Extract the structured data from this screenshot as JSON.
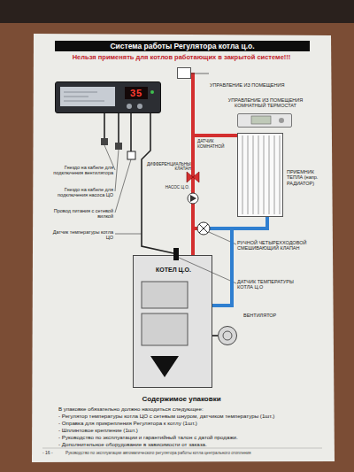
{
  "diagram": {
    "title": "Система работы Регулятора котла ц.о.",
    "nodes": [
      {
        "text": [
          "35"
        ]
      },
      {
        "text": [
          "УПРАВЛЕНИЕ ИЗ ПОМЕЩЕНИЯ"
        ]
      },
      {
        "text": [
          "УПРАВЛЕНИЕ ИЗ ПОМЕЩЕНИЯ КОМНАТНЫЙ ТЕРМОСТАТ"
        ]
      },
      {
        "text": [
          "ПРИЕМНИК ТЕПЛА (напр. РАДИАТОР)"
        ]
      },
      {
        "text": [
          "КОТЕЛ Ц.О."
        ]
      },
      {
        "text": [
          "ВЕНТИЛЯТОР"
        ]
      }
    ],
    "edges": [
      {
        "from": 4,
        "to": 3,
        "arrow": "none"
      },
      {
        "from": 3,
        "to": 4,
        "arrow": "none"
      },
      {
        "from": 5,
        "to": 4,
        "arrow": "none"
      }
    ],
    "labels": [
      "Нельзя применять для котлов работающих в закрытой системе!!!",
      "Гнездо на кабеле для подключения вентилятора",
      "Гнездо на кабеле для подключения насоса ЦО",
      "Провод питания с сетевой вилкой",
      "Датчик температуры котла ЦО",
      "ДИФФЕРЕНЦИАЛЬНЫЙ КЛАПАН",
      "НАСОС Ц.О.",
      "ДАТЧИК КОМНАТНОЙ",
      "РУЧНОЙ ЧЕТЫРЕХХОДОВОЙ СМЕШИВАЮЩИЙ КЛАПАН",
      "ДАТЧИК ТЕМПЕРАТУРЫ КОТЛА Ц.О",
      "Содержимое упаковки",
      "В упаковке обязательно должно находиться следующее:",
      "- Регулятор температуры котла ЦО с сетевым шнуром, датчиком температуры (1шт.)",
      "- Оправка для прикрепления Регулятора к котлу (1шт.)",
      "- Шплинтовое крепление (1шт.)",
      "- Руководство по эксплуатации и гарантийный талон с датой продажи.",
      "- Дополнительное оборудование в зависимости от заказа.",
      "- 16 -",
      "Руководство по эксплуатации автоматического регулятора работы котла центрального отопления"
    ]
  }
}
